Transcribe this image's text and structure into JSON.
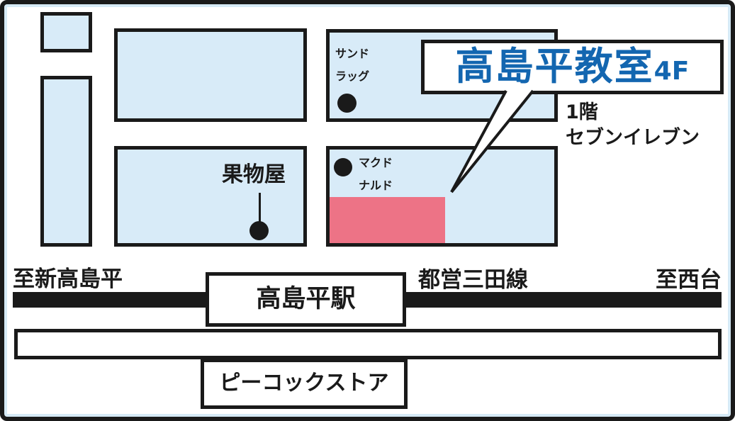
{
  "map": {
    "callout": {
      "name": "高島平教室",
      "floor": "4F"
    },
    "annotation": {
      "line1": "1階",
      "line2": "セブンイレブン"
    },
    "landmarks": {
      "sundrug": {
        "line1": "サンド",
        "line2": "ラッグ"
      },
      "mcdonalds": {
        "line1": "マクド",
        "line2": "ナルド"
      },
      "fruit_shop": {
        "label": "果物屋"
      }
    },
    "railway": {
      "line_name": "都営三田線",
      "to_left": "至新高島平",
      "to_right": "至西台",
      "station": "高島平駅"
    },
    "store": {
      "label": "ピーコックストア"
    },
    "colors": {
      "block_fill": "#d8ebf8",
      "highlight_pink": "#ed7386",
      "ink_black": "#1a1a1a",
      "title_blue": "#1366b0",
      "frame_stripe": "#d6eaf6"
    }
  }
}
